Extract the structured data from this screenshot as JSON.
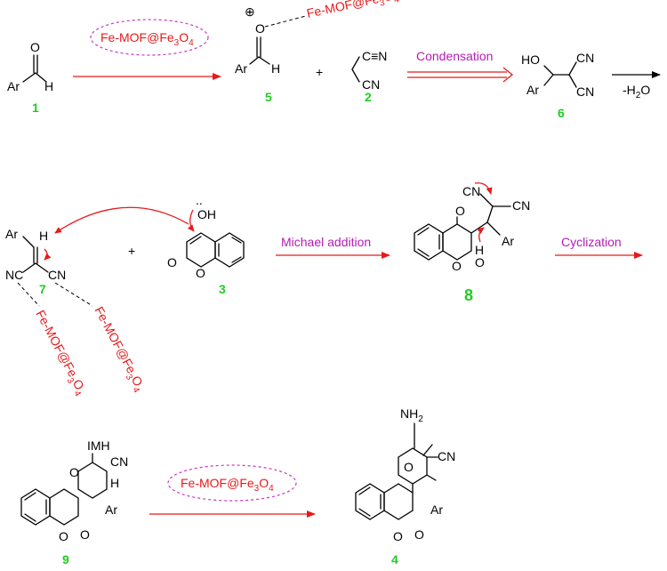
{
  "catalyst": {
    "main": "Fe-MOF@Fe",
    "sub3": "3",
    "O": "O",
    "sub4": "4"
  },
  "labels": {
    "ar": "Ar",
    "o": "O",
    "h": "H",
    "oh": "OH",
    "ho": "HO",
    "cn": "CN",
    "nc": "NC",
    "nh2_n": "NH",
    "nh2_sub": "2",
    "imine": "IMH",
    "h2o": "-H",
    "h2o_sub": "2",
    "h2o_o": "O",
    "plus": "+",
    "oplus": "⊕",
    "colon": "..",
    "carbon_n": "C≡N"
  },
  "steps": {
    "condensation": "Condensation",
    "michael": "Michael addition",
    "cyclization": "Cyclization"
  },
  "compounds": {
    "c1": "1",
    "c5": "5",
    "c2": "2",
    "c6": "6",
    "c7": "7",
    "c3": "3",
    "c8": "8",
    "c9": "9",
    "c4": "4"
  }
}
